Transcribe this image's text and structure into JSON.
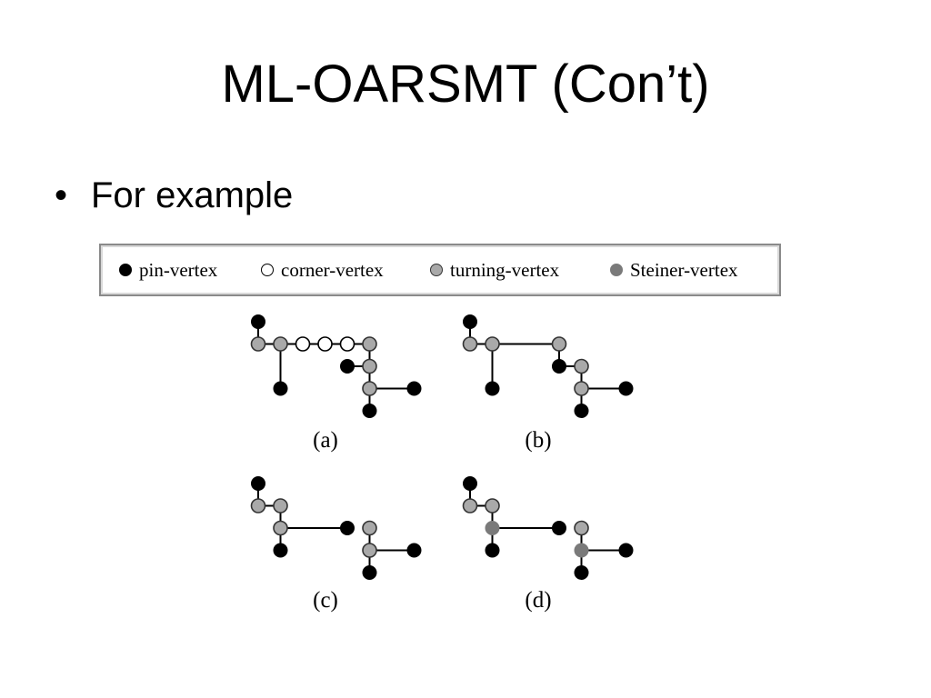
{
  "slide": {
    "title": "ML-OARSMT (Con’t)",
    "bullet_glyph": "•",
    "bullet_text": "For example"
  },
  "legend": {
    "items": [
      {
        "key": "pin",
        "label": "pin-vertex",
        "glyph": "filled-black-circle"
      },
      {
        "key": "corner",
        "label": "corner-vertex",
        "glyph": "hollow-circle"
      },
      {
        "key": "turning",
        "label": "turning-vertex",
        "glyph": "light-gray-circle"
      },
      {
        "key": "steiner",
        "label": "Steiner-vertex",
        "glyph": "dark-gray-circle"
      }
    ]
  },
  "colors": {
    "pin": "#000000",
    "corner": "#ffffff",
    "turning": "#a9a9a9",
    "steiner": "#7a7a7a",
    "edge": "#000000",
    "legend_border": "#8a8a8a"
  },
  "panels": [
    {
      "id": "a",
      "caption": "(a)",
      "vertices": [
        {
          "id": "p1",
          "type": "pin",
          "x": 0,
          "y": 0
        },
        {
          "id": "t1",
          "type": "turning",
          "x": 0,
          "y": 1
        },
        {
          "id": "t2",
          "type": "turning",
          "x": 1,
          "y": 1
        },
        {
          "id": "c1",
          "type": "corner",
          "x": 2,
          "y": 1
        },
        {
          "id": "c2",
          "type": "corner",
          "x": 3,
          "y": 1
        },
        {
          "id": "c3",
          "type": "corner",
          "x": 4,
          "y": 1
        },
        {
          "id": "t3",
          "type": "turning",
          "x": 5,
          "y": 1
        },
        {
          "id": "p2",
          "type": "pin",
          "x": 1,
          "y": 3
        },
        {
          "id": "p3",
          "type": "pin",
          "x": 4,
          "y": 2
        },
        {
          "id": "t4",
          "type": "turning",
          "x": 5,
          "y": 2
        },
        {
          "id": "t5",
          "type": "turning",
          "x": 5,
          "y": 3
        },
        {
          "id": "p4",
          "type": "pin",
          "x": 7,
          "y": 3
        },
        {
          "id": "p5",
          "type": "pin",
          "x": 5,
          "y": 4
        }
      ],
      "edges": [
        [
          "p1",
          "t1"
        ],
        [
          "t1",
          "t2"
        ],
        [
          "t2",
          "t3"
        ],
        [
          "t2",
          "p2"
        ],
        [
          "t3",
          "t4"
        ],
        [
          "p3",
          "t4"
        ],
        [
          "t4",
          "t5"
        ],
        [
          "t5",
          "p4"
        ],
        [
          "t5",
          "p5"
        ]
      ]
    },
    {
      "id": "b",
      "caption": "(b)",
      "vertices": [
        {
          "id": "p1",
          "type": "pin",
          "x": 0,
          "y": 0
        },
        {
          "id": "t1",
          "type": "turning",
          "x": 0,
          "y": 1
        },
        {
          "id": "t2",
          "type": "turning",
          "x": 1,
          "y": 1
        },
        {
          "id": "t3",
          "type": "turning",
          "x": 4,
          "y": 1
        },
        {
          "id": "p2",
          "type": "pin",
          "x": 1,
          "y": 3
        },
        {
          "id": "p3",
          "type": "pin",
          "x": 4,
          "y": 2
        },
        {
          "id": "t4",
          "type": "turning",
          "x": 5,
          "y": 2
        },
        {
          "id": "t5",
          "type": "turning",
          "x": 5,
          "y": 3
        },
        {
          "id": "p4",
          "type": "pin",
          "x": 7,
          "y": 3
        },
        {
          "id": "p5",
          "type": "pin",
          "x": 5,
          "y": 4
        }
      ],
      "edges": [
        [
          "p1",
          "t1"
        ],
        [
          "t1",
          "t2"
        ],
        [
          "t2",
          "t3"
        ],
        [
          "t2",
          "p2"
        ],
        [
          "t3",
          "p3"
        ],
        [
          "p3",
          "t4"
        ],
        [
          "t4",
          "t5"
        ],
        [
          "t5",
          "p4"
        ],
        [
          "t5",
          "p5"
        ]
      ]
    },
    {
      "id": "c",
      "caption": "(c)",
      "vertices": [
        {
          "id": "p1",
          "type": "pin",
          "x": 0,
          "y": 0
        },
        {
          "id": "t1",
          "type": "turning",
          "x": 0,
          "y": 1
        },
        {
          "id": "t2",
          "type": "turning",
          "x": 1,
          "y": 1
        },
        {
          "id": "t3",
          "type": "turning",
          "x": 1,
          "y": 2
        },
        {
          "id": "p2",
          "type": "pin",
          "x": 1,
          "y": 3
        },
        {
          "id": "p3",
          "type": "pin",
          "x": 4,
          "y": 2
        },
        {
          "id": "t4",
          "type": "turning",
          "x": 5,
          "y": 2
        },
        {
          "id": "t5",
          "type": "turning",
          "x": 5,
          "y": 3
        },
        {
          "id": "p4",
          "type": "pin",
          "x": 7,
          "y": 3
        },
        {
          "id": "p5",
          "type": "pin",
          "x": 5,
          "y": 4
        }
      ],
      "edges": [
        [
          "p1",
          "t1"
        ],
        [
          "t1",
          "t2"
        ],
        [
          "t2",
          "t3"
        ],
        [
          "t3",
          "p2"
        ],
        [
          "t3",
          "p3"
        ],
        [
          "t4",
          "t5"
        ],
        [
          "t5",
          "p4"
        ],
        [
          "t5",
          "p5"
        ]
      ]
    },
    {
      "id": "d",
      "caption": "(d)",
      "vertices": [
        {
          "id": "p1",
          "type": "pin",
          "x": 0,
          "y": 0
        },
        {
          "id": "t1",
          "type": "turning",
          "x": 0,
          "y": 1
        },
        {
          "id": "t2",
          "type": "turning",
          "x": 1,
          "y": 1
        },
        {
          "id": "s1",
          "type": "steiner",
          "x": 1,
          "y": 2
        },
        {
          "id": "p2",
          "type": "pin",
          "x": 1,
          "y": 3
        },
        {
          "id": "p3",
          "type": "pin",
          "x": 4,
          "y": 2
        },
        {
          "id": "t4",
          "type": "turning",
          "x": 5,
          "y": 2
        },
        {
          "id": "s2",
          "type": "steiner",
          "x": 5,
          "y": 3
        },
        {
          "id": "p4",
          "type": "pin",
          "x": 7,
          "y": 3
        },
        {
          "id": "p5",
          "type": "pin",
          "x": 5,
          "y": 4
        }
      ],
      "edges": [
        [
          "p1",
          "t1"
        ],
        [
          "t1",
          "t2"
        ],
        [
          "t2",
          "s1"
        ],
        [
          "s1",
          "p2"
        ],
        [
          "s1",
          "p3"
        ],
        [
          "t4",
          "s2"
        ],
        [
          "s2",
          "p4"
        ],
        [
          "s2",
          "p5"
        ]
      ]
    }
  ]
}
